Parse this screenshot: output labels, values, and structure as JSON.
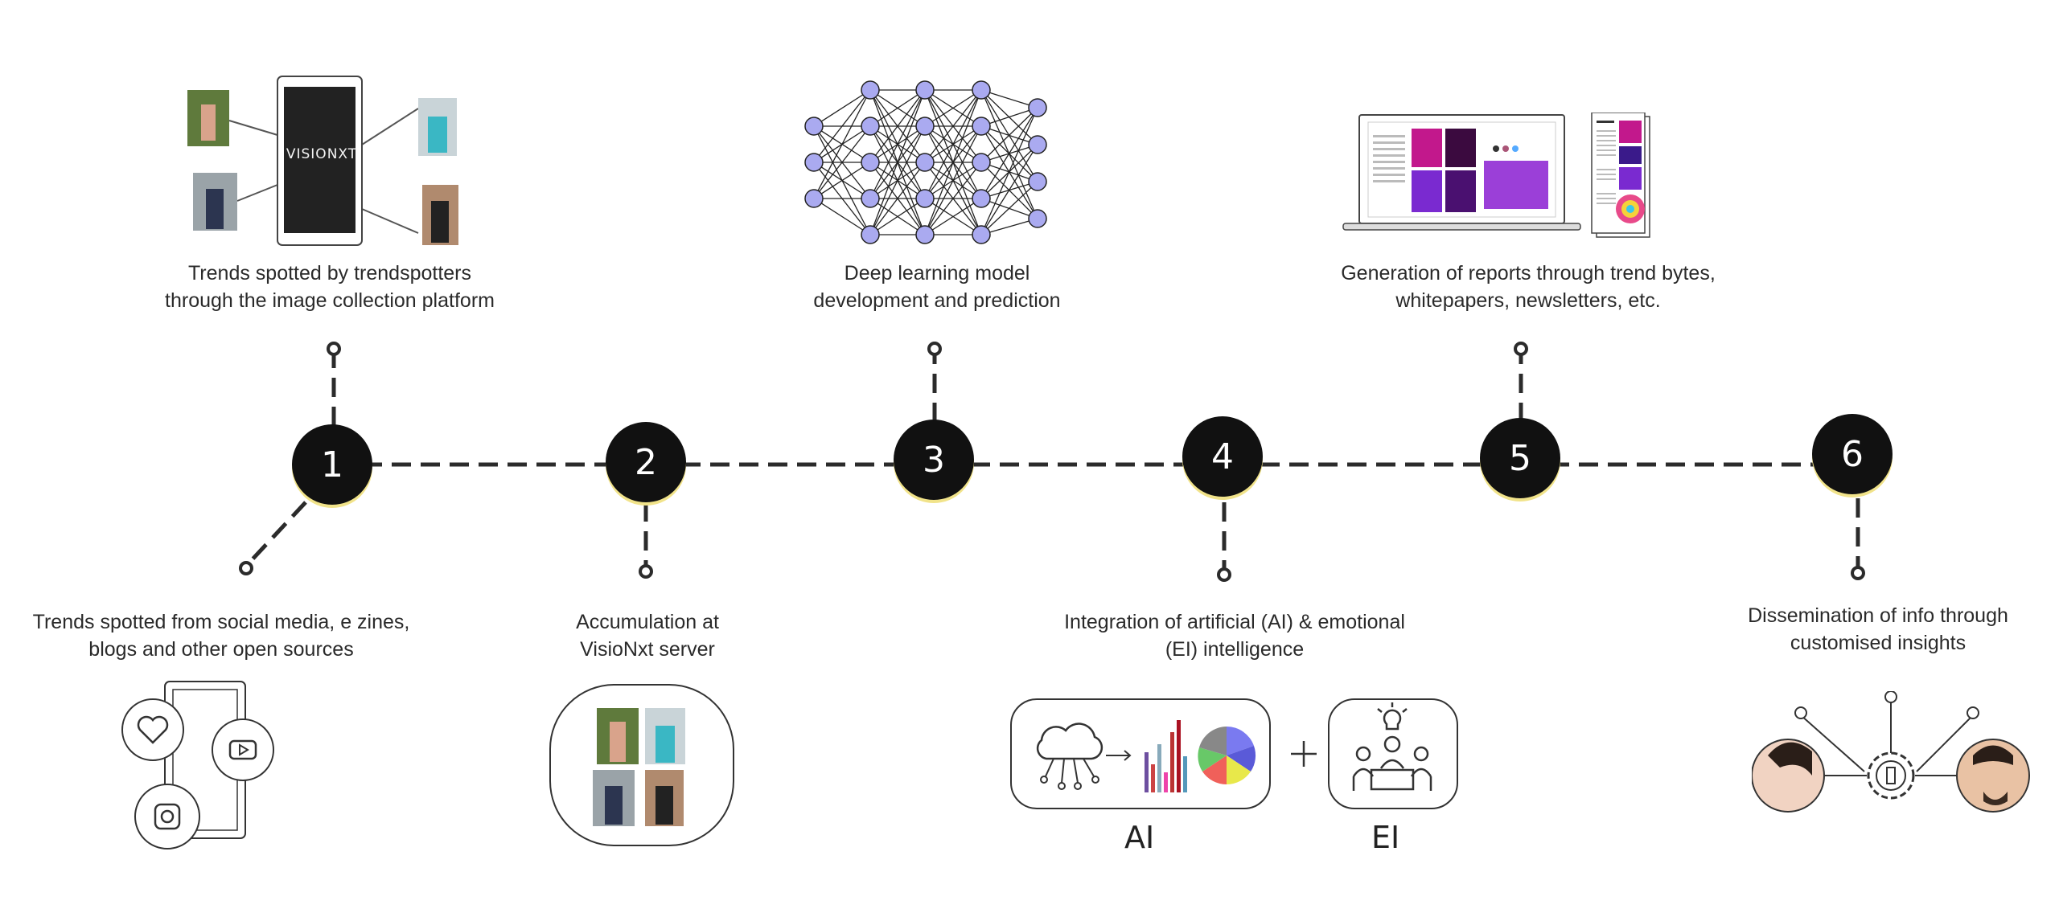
{
  "steps": [
    {
      "num": "1",
      "top_caption": [
        "Trends spotted by trendspotters",
        "through the image collection platform"
      ],
      "bottom_caption": [
        "Trends spotted from social media, e zines,",
        "blogs and other open sources"
      ]
    },
    {
      "num": "2",
      "bottom_caption": [
        "Accumulation at",
        "VisioNxt server"
      ]
    },
    {
      "num": "3",
      "top_caption": [
        "Deep learning model",
        "development and prediction"
      ]
    },
    {
      "num": "4",
      "bottom_caption": [
        "Integration of artificial (AI) & emotional",
        "(EI) intelligence"
      ]
    },
    {
      "num": "5",
      "top_caption": [
        "Generation of reports through trend bytes,",
        "whitepapers, newsletters, etc."
      ]
    },
    {
      "num": "6",
      "bottom_caption": [
        "Dissemination of info through",
        "customised insights"
      ]
    }
  ],
  "brand": "VISIONXT",
  "ai_label": "AI",
  "ei_label": "EI",
  "plus": "+",
  "colors": {
    "node": "#111111",
    "glow": "#f1e38a",
    "neuron": "#aaaaf0",
    "line": "#222222"
  }
}
